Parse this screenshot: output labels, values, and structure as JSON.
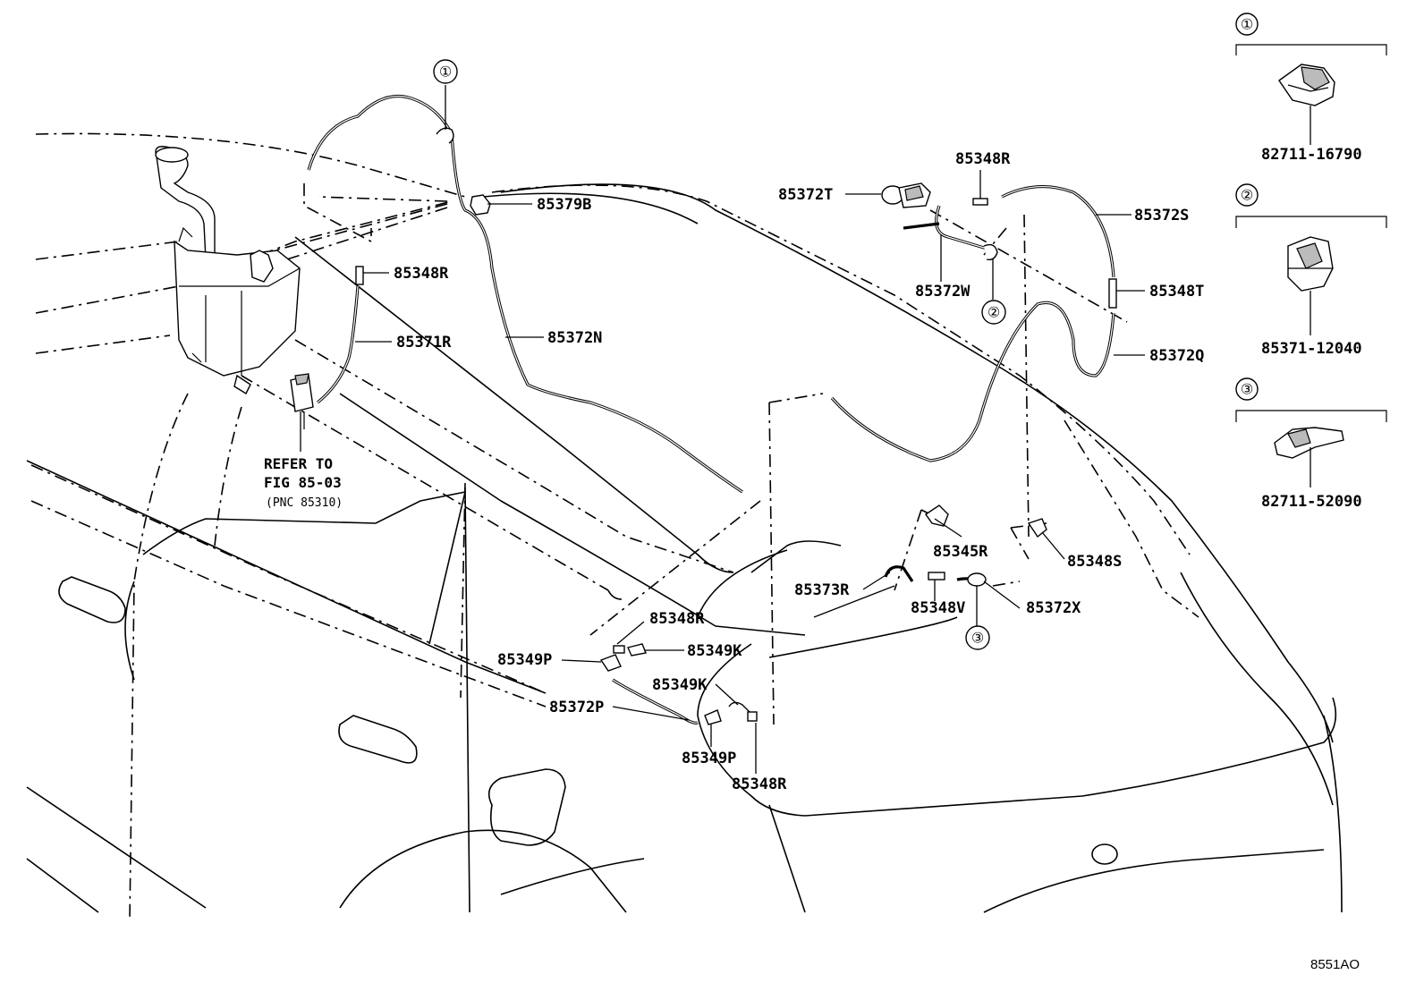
{
  "diagram": {
    "code": "8551AO",
    "refer_note": {
      "line1": "REFER TO",
      "line2": "FIG 85-03",
      "line3": "(PNC 85310)"
    },
    "callouts": [
      {
        "id": "c1",
        "text": "①"
      },
      {
        "id": "c2",
        "text": "②"
      },
      {
        "id": "c3",
        "text": "③"
      }
    ],
    "parts": {
      "p85379B": "85379B",
      "p85348R_a": "85348R",
      "p85371R": "85371R",
      "p85372N": "85372N",
      "p85372T": "85372T",
      "p85348R_b": "85348R",
      "p85372S": "85372S",
      "p85372W": "85372W",
      "p85348T": "85348T",
      "p85372Q": "85372Q",
      "p85345R": "85345R",
      "p85348S": "85348S",
      "p85373R": "85373R",
      "p85348V": "85348V",
      "p85372X": "85372X",
      "p85348R_c": "85348R",
      "p85349K_a": "85349K",
      "p85349P_a": "85349P",
      "p85349K_b": "85349K",
      "p85372P": "85372P",
      "p85349P_b": "85349P",
      "p85348R_d": "85348R"
    },
    "legend": [
      {
        "num": "①",
        "part": "82711-16790"
      },
      {
        "num": "②",
        "part": "85371-12040"
      },
      {
        "num": "③",
        "part": "82711-52090"
      }
    ]
  }
}
